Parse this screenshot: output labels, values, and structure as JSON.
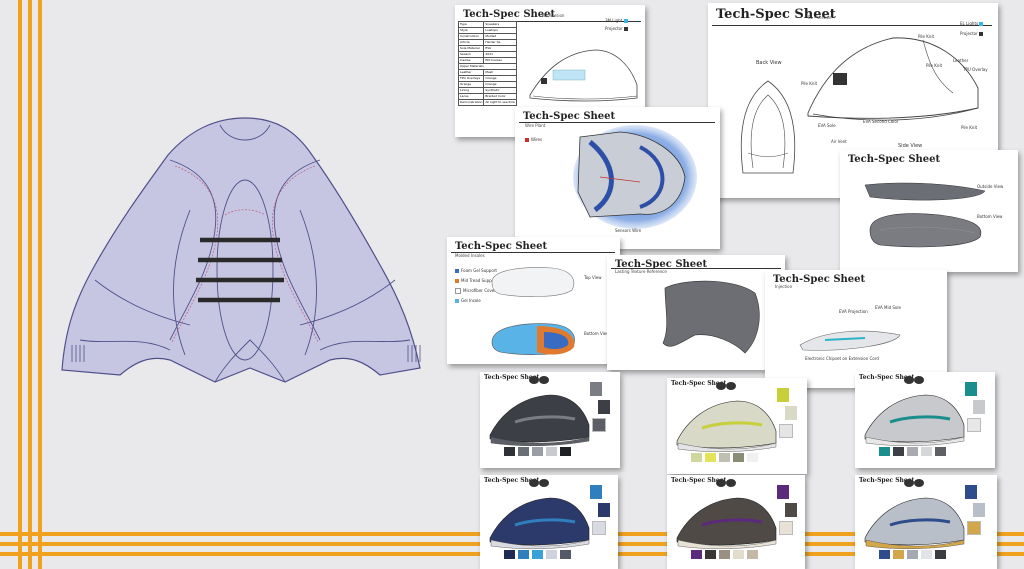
{
  "colors": {
    "stripe": "#f0a21f",
    "background": "#e9e9eb",
    "pattern_fill": "#c6c6e3",
    "pattern_line": "#50508a",
    "lace": "#2a2a2a"
  },
  "sheet_title": "Tech-Spec Sheet",
  "sheets": {
    "s1": {
      "sub": "SL - Version",
      "legend": [
        "3M Light",
        "Projector"
      ],
      "rows": [
        [
          "Type",
          "Sneakers"
        ],
        [
          "Style",
          "Lowtops"
        ],
        [
          "Construction",
          "Molded"
        ],
        [
          "Article",
          "Harder GL"
        ],
        [
          "Sole Material",
          "EVA"
        ],
        [
          "Season",
          "2021"
        ],
        [
          "Insoles",
          "PDI Insoles"
        ]
      ],
      "upper_materials_label": "Upper Materials",
      "material_cols": [
        "Leather",
        "Mesh",
        "TPU Overlays"
      ],
      "color_cols": [
        "Orange",
        "Orange",
        "Orange"
      ],
      "extra_rows": [
        [
          "Lining",
          "Synthetic"
        ],
        [
          "Laces",
          "Braided Color"
        ],
        [
          "Demonstration",
          "All sight to see Pole"
        ]
      ]
    },
    "s2": {
      "sub": "EL - Version",
      "legend": [
        "EL Lights",
        "Projector"
      ],
      "back_view": "Back View",
      "side_view": "Side View",
      "callouts": [
        "Pile Knit",
        "Leather",
        "TPU Overlay",
        "Pile Knit",
        "EVA Sole",
        "EVA Second Color",
        "Air Vent",
        "Pile Knit",
        "Pile Knit"
      ]
    },
    "s3": {
      "sub": "Wire Plant",
      "legend": [
        "Wires"
      ],
      "callout": "Sensors Wire"
    },
    "s4": {
      "outside": "Outside View",
      "bottom": "Bottom View"
    },
    "s5": {
      "sub": "Molded Insoles",
      "legend": [
        "Foam Gel Support",
        "Mid Tread Support",
        "Microfiber Covering",
        "Gel Insole"
      ],
      "legend_colors": [
        "#3a6bc2",
        "#e07a2e",
        "#ffffff",
        "#5ab3e6"
      ],
      "top_view": "Top View",
      "bottom_view": "Bottom View"
    },
    "s6": {
      "sub": "Lasting Texture Reference"
    },
    "s7": {
      "sub": "Injection",
      "callouts": [
        "EVA Projection",
        "EVA Mid Sole",
        "Electronic Chipset on Extension Cord"
      ]
    }
  },
  "colorways": [
    {
      "upper": "#3c3f45",
      "accent": "#7a7d84",
      "sole": "#5c5f66",
      "swatches": [
        "#2f3136",
        "#6b6e74",
        "#9a9da3",
        "#c9cace",
        "#1f2024"
      ]
    },
    {
      "upper": "#d9d9c8",
      "accent": "#c7cf3a",
      "sole": "#e4e4e4",
      "swatches": [
        "#d0d6a0",
        "#e3e35a",
        "#bfbfb2",
        "#8a8c78",
        "#f0f0ee"
      ]
    },
    {
      "upper": "#c8c9cc",
      "accent": "#1a8e8c",
      "sole": "#e7e7e7",
      "swatches": [
        "#1a8e8c",
        "#3c3f45",
        "#a9abb0",
        "#d5d6d8",
        "#5e6066"
      ]
    },
    {
      "upper": "#2c3a6b",
      "accent": "#2f7fbf",
      "sole": "#d9dbe2",
      "swatches": [
        "#1f2a55",
        "#2f7fbf",
        "#3aa0d8",
        "#cfd2dc",
        "#555a6b"
      ]
    },
    {
      "upper": "#4f4a45",
      "accent": "#5b2a7c",
      "sole": "#e8e2d6",
      "swatches": [
        "#5b2a7c",
        "#3a3633",
        "#9a8f82",
        "#e2dccd",
        "#c4b9a6"
      ]
    },
    {
      "upper": "#b9bfc8",
      "accent": "#2e4d8a",
      "sole": "#d2a64a",
      "swatches": [
        "#2e4d8a",
        "#d2a64a",
        "#a4a9b1",
        "#e1e3e6",
        "#3a3c40"
      ]
    }
  ]
}
